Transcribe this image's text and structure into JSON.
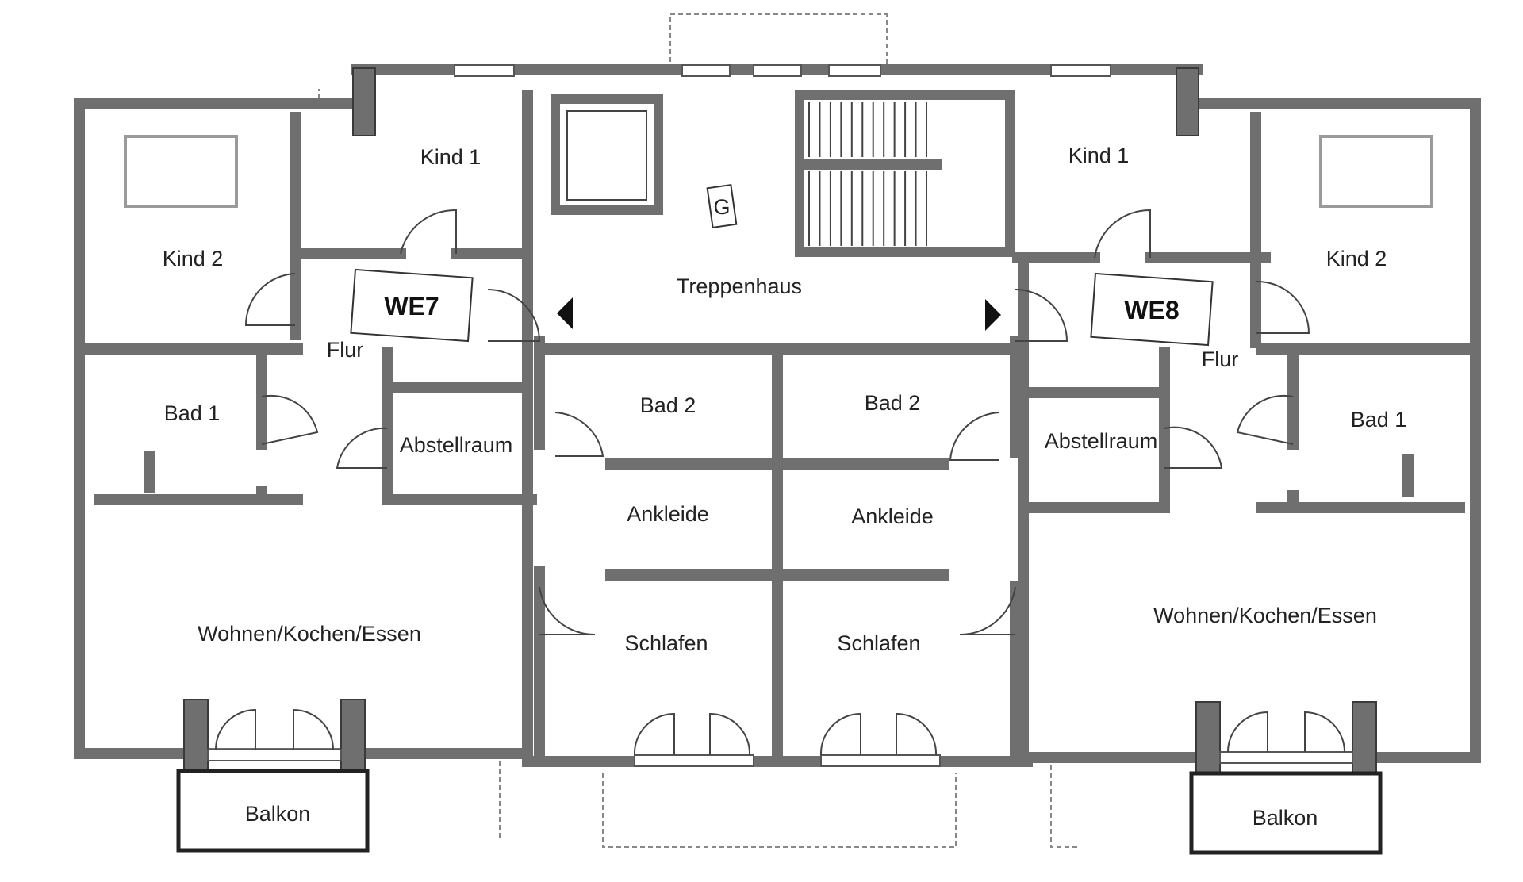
{
  "plan": {
    "units": {
      "left": "WE7",
      "right": "WE8"
    },
    "stair_symbol": "G",
    "rooms": {
      "left_kind1": "Kind 1",
      "left_kind2": "Kind 2",
      "left_flur": "Flur",
      "left_bad1": "Bad 1",
      "left_abstellraum": "Abstellraum",
      "left_bad2": "Bad 2",
      "left_ankleide": "Ankleide",
      "left_schlafen": "Schlafen",
      "left_wohnen": "Wohnen/Kochen/Essen",
      "left_balkon": "Balkon",
      "treppenhaus": "Treppenhaus",
      "right_kind1": "Kind 1",
      "right_kind2": "Kind 2",
      "right_flur": "Flur",
      "right_bad1": "Bad 1",
      "right_abstellraum": "Abstellraum",
      "right_bad2": "Bad 2",
      "right_ankleide": "Ankleide",
      "right_schlafen": "Schlafen",
      "right_wohnen": "Wohnen/Kochen/Essen",
      "right_balkon": "Balkon"
    }
  }
}
